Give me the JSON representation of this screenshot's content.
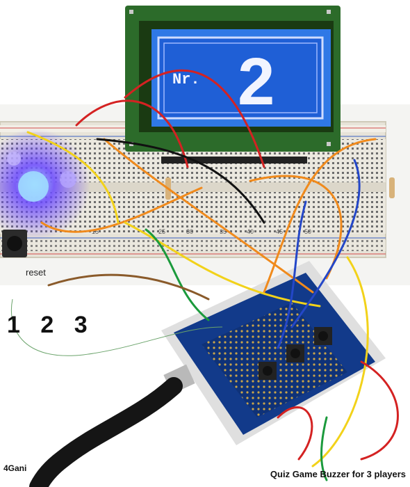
{
  "lcd": {
    "prefix": "Nr.",
    "number": "2"
  },
  "labels": {
    "reset": "reset",
    "players": "1 2 3",
    "author": "4Gani",
    "caption": "Quiz Game Buzzer for 3 players"
  },
  "breadboard_numbers": [
    "15",
    "25",
    "30",
    "35",
    "40",
    "45",
    "50"
  ],
  "colors": {
    "lcd_bezel": "#2c6b2a",
    "lcd_screen": "#1f5fd6",
    "lcd_text": "#f2f4ff",
    "breadboard": "#ebe8df",
    "arduino_pcb": "#123a8a",
    "led_glow": "#5a3cff",
    "wire_orange": "#f08a1c",
    "wire_red": "#d42222",
    "wire_yellow": "#f2d21a",
    "wire_green": "#1b9a3c",
    "wire_blue": "#2447c8",
    "usb_cable": "#151515"
  }
}
